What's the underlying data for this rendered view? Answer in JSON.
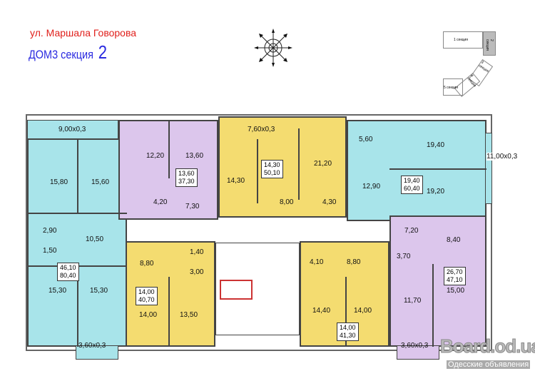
{
  "header": {
    "street": "ул. Маршала Говорова",
    "house_label": "ДОМ",
    "house_number": "3",
    "section_label": "секция",
    "section_number": "2"
  },
  "key_plan": {
    "sections": [
      "1 секция",
      "2 секция",
      "3 секция",
      "4 секция",
      "5 секция"
    ]
  },
  "apartments": [
    {
      "name": "left",
      "area_living": "46,10",
      "area_total": "80,40",
      "color": "#a8e4ea"
    },
    {
      "name": "top-purple",
      "area_living": "13,60",
      "area_total": "37,30",
      "color": "#dcc6ec"
    },
    {
      "name": "top-yellow",
      "area_living": "14,30",
      "area_total": "50,10",
      "color": "#f4dc70"
    },
    {
      "name": "top-right",
      "area_living": "19,40",
      "area_total": "60,40",
      "color": "#a8e4ea"
    },
    {
      "name": "lower-left-yellow",
      "area_living": "14,00",
      "area_total": "40,70",
      "color": "#f4dc70"
    },
    {
      "name": "lower-right-yellow",
      "area_living": "14,00",
      "area_total": "41,30",
      "color": "#f4dc70"
    },
    {
      "name": "lower-right-purple",
      "area_living": "26,70",
      "area_total": "47,10",
      "color": "#dcc6ec"
    }
  ],
  "rooms": [
    "9,00x0,3",
    "15,80",
    "15,60",
    "2,90",
    "10,50",
    "1,50",
    "15,30",
    "15,30",
    "3,60x0,3",
    "12,20",
    "13,60",
    "4,20",
    "7,30",
    "7,60x0,3",
    "14,30",
    "21,20",
    "8,00",
    "4,30",
    "5,60",
    "19,40",
    "11,00x0,3",
    "12,90",
    "19,20",
    "1,40",
    "8,80",
    "3,00",
    "14,00",
    "13,50",
    "4,10",
    "8,80",
    "14,40",
    "14,00",
    "7,20",
    "8,40",
    "3,70",
    "11,70",
    "15,00",
    "3,60x0,3"
  ],
  "watermark": {
    "site": "Board.od.ua",
    "tagline": "Одесские объявления"
  }
}
